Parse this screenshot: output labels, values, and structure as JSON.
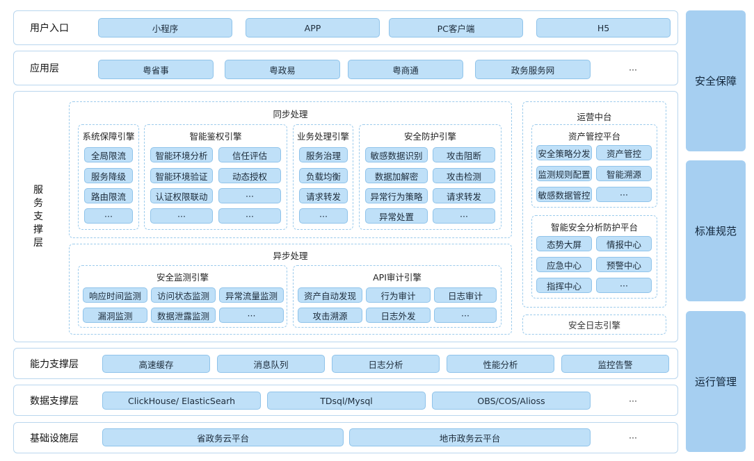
{
  "entry": {
    "label": "用户入口",
    "items": [
      "小程序",
      "APP",
      "PC客户端",
      "H5"
    ]
  },
  "app": {
    "label": "应用层",
    "items": [
      "粤省事",
      "粤政易",
      "粤商通",
      "政务服务网"
    ],
    "more": "···"
  },
  "service": {
    "label_chars": [
      "服",
      "务",
      "支",
      "撑",
      "层"
    ],
    "sync": {
      "title": "同步处理",
      "sys_guard": {
        "title": "系统保障引擎",
        "items": [
          "全局限流",
          "服务降级",
          "路由限流",
          "···"
        ]
      },
      "auth": {
        "title": "智能鉴权引擎",
        "items": [
          "智能环境分析",
          "信任评估",
          "智能环境验证",
          "动态授权",
          "认证权限联动",
          "···",
          "···",
          "···"
        ]
      },
      "biz": {
        "title": "业务处理引擎",
        "items": [
          "服务治理",
          "负载均衡",
          "请求转发",
          "···"
        ]
      },
      "defense": {
        "title": "安全防护引擎",
        "items": [
          "敏感数据识别",
          "攻击阻断",
          "数据加解密",
          "攻击检测",
          "异常行为策略",
          "请求转发",
          "异常处置",
          "···"
        ]
      }
    },
    "async": {
      "title": "异步处理",
      "monitor": {
        "title": "安全监测引擎",
        "items": [
          "响应时间监测",
          "访问状态监测",
          "异常流量监测",
          "漏洞监测",
          "数据泄露监测",
          "···"
        ]
      },
      "audit": {
        "title": "API审计引擎",
        "items": [
          "资产自动发现",
          "行为审计",
          "日志审计",
          "攻击溯源",
          "日志外发",
          "···"
        ]
      }
    },
    "ops": {
      "title": "运营中台",
      "asset": {
        "title": "资产管控平台",
        "items": [
          "安全策略分发",
          "资产管控",
          "监测规则配置",
          "智能溯源",
          "敏感数据管控",
          "···"
        ]
      },
      "analysis": {
        "title": "智能安全分析防护平台",
        "items": [
          "态势大屏",
          "情报中心",
          "应急中心",
          "预警中心",
          "指挥中心",
          "···"
        ]
      }
    },
    "log_engine": "安全日志引擎"
  },
  "capability": {
    "label": "能力支撑层",
    "items": [
      "高速缓存",
      "消息队列",
      "日志分析",
      "性能分析",
      "监控告警"
    ]
  },
  "data": {
    "label": "数据支撑层",
    "items": [
      "ClickHouse/ ElasticSearh",
      "TDsql/Mysql",
      "OBS/COS/Alioss"
    ],
    "more": "···"
  },
  "infra": {
    "label": "基础设施层",
    "items": [
      "省政务云平台",
      "地市政务云平台"
    ],
    "more": "···"
  },
  "side": [
    "安全保障",
    "标准规范",
    "运行管理"
  ]
}
